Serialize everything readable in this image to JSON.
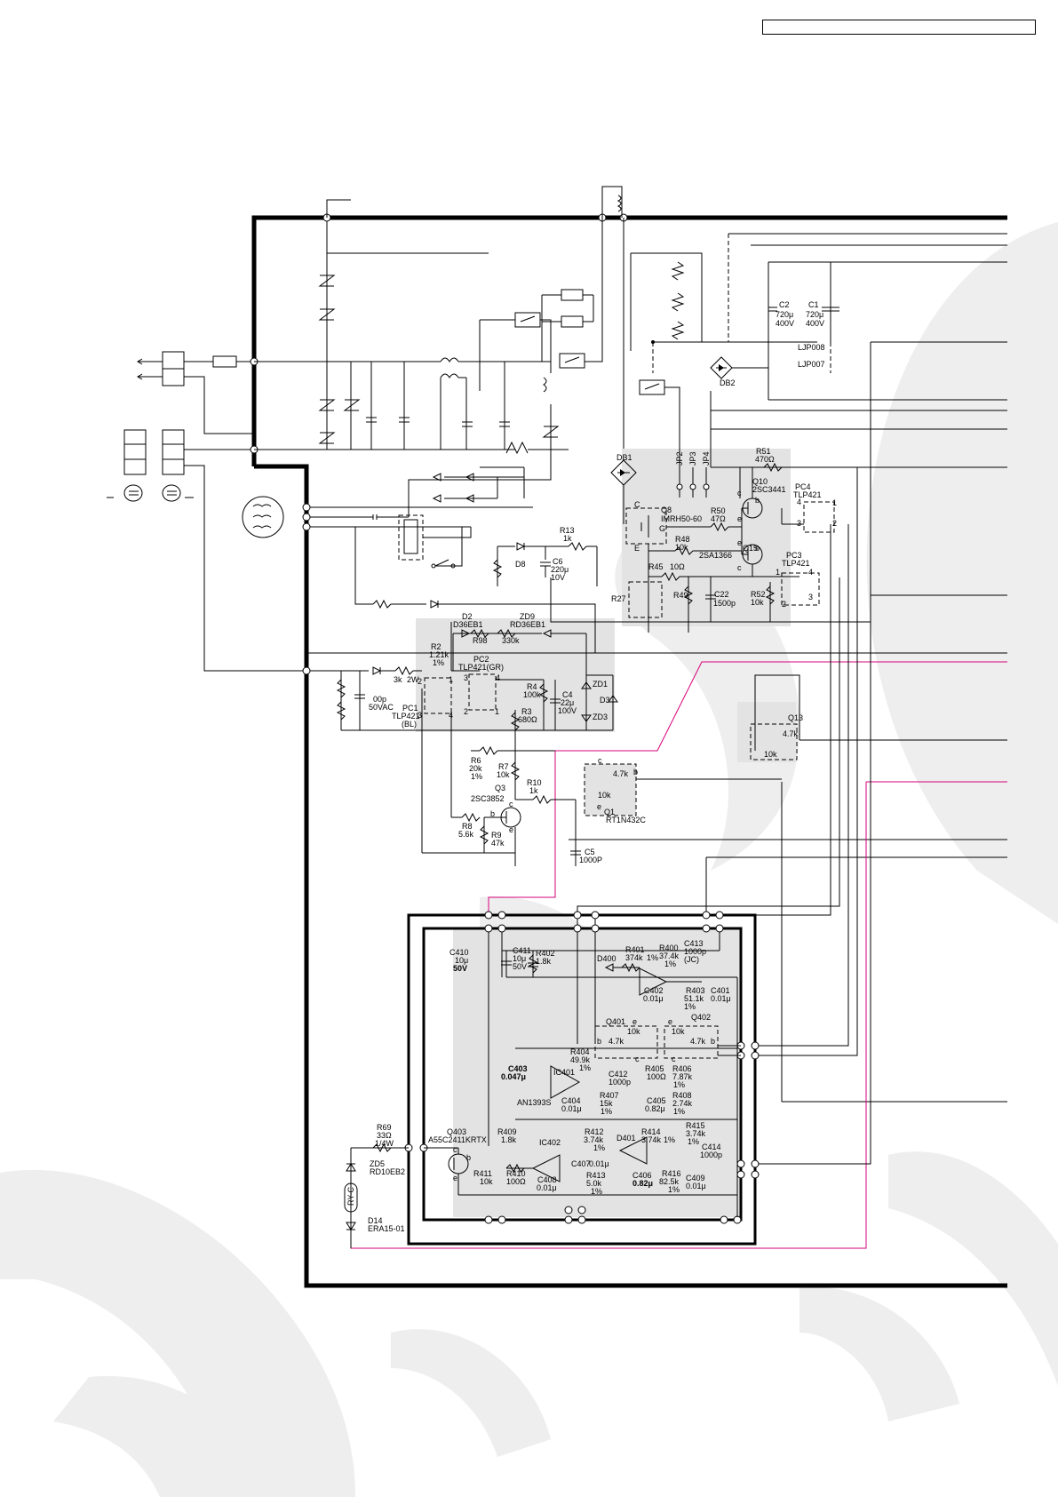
{
  "header_box": {
    "text": ""
  },
  "colors": {
    "wire": "#000000",
    "signal_line": "#d6007a",
    "ic_shade": "#e3e3e3",
    "watermark": "#eeeeee"
  },
  "labels": {
    "c2": [
      "C2",
      "720μ",
      "400V"
    ],
    "c1": [
      "C1",
      "720μ",
      "400V"
    ],
    "ljp008": "LJP008",
    "ljp007": "LJP007",
    "db2": "DB2",
    "db1": "DB1",
    "jp": [
      "JP2",
      "JP3",
      "JP4"
    ],
    "r51": [
      "R51",
      "470Ω"
    ],
    "q10": [
      "Q10",
      "2SC3441"
    ],
    "pc4": [
      "PC4",
      "TLP421"
    ],
    "q8": [
      "Q8",
      "IMRH50-60"
    ],
    "r50": [
      "R50",
      "47Ω"
    ],
    "r48": [
      "R48",
      "10k"
    ],
    "q15": [
      "Q15",
      "2SA1366"
    ],
    "pc3": [
      "PC3",
      "TLP421"
    ],
    "r45": [
      "R45",
      "10Ω"
    ],
    "r13": [
      "R13",
      "1k"
    ],
    "c6": [
      "C6",
      "220μ",
      "10V"
    ],
    "d8": "D8",
    "r27": "R27",
    "r49": "R49",
    "c22": [
      "C22",
      "1500p"
    ],
    "r52": [
      "R52",
      "10k"
    ],
    "d2": [
      "D2",
      "D36EB1"
    ],
    "zd9": [
      "ZD9",
      "RD36EB1"
    ],
    "r98": [
      "R98",
      "330k"
    ],
    "r2": [
      "R2",
      "1.21k",
      "1%"
    ],
    "pc2": [
      "PC2",
      "TLP421(GR)"
    ],
    "r4": [
      "R4",
      "100k"
    ],
    "c4": [
      "C4",
      "22μ",
      "100V"
    ],
    "r3": [
      "R3",
      "680Ω"
    ],
    "zd1": "ZD1",
    "d3": "D3",
    "zd3": "ZD3",
    "r3k": [
      "3k",
      "2W"
    ],
    "c00p": [
      "00p",
      "50VAC"
    ],
    "pc1": [
      "PC1",
      "TLP421",
      "(BL)"
    ],
    "r6": [
      "R6",
      "20k",
      "1%"
    ],
    "r7": [
      "R7",
      "10k"
    ],
    "r10": [
      "R10",
      "1k"
    ],
    "q3": [
      "Q3",
      "2SC3852"
    ],
    "r8": [
      "R8",
      "5.6k"
    ],
    "r9": [
      "R9",
      "47k"
    ],
    "c5": [
      "C5",
      "1000P"
    ],
    "q1": [
      "Q1",
      "RT1N432C"
    ],
    "q1_r": [
      "4.7k",
      "10k"
    ],
    "q13": [
      "Q13",
      "4.7k",
      "10k"
    ],
    "c410": [
      "C410",
      "10μ",
      "50V"
    ],
    "c411": [
      "C411",
      "10μ",
      "50V"
    ],
    "r402": [
      "R402",
      "1.8k"
    ],
    "d400": "D400",
    "r401": [
      "R401",
      "374k",
      "1%"
    ],
    "r400": [
      "R400",
      "37.4k",
      "1%"
    ],
    "c413": [
      "C413",
      "1000p",
      "(JC)"
    ],
    "c402": [
      "C402",
      "0.01μ"
    ],
    "r403": [
      "R403",
      "51.1k",
      "1%"
    ],
    "c401": [
      "C401",
      "0.01μ"
    ],
    "q402": "Q402",
    "q401": "Q401",
    "q401_r": [
      "10k",
      "4.7k"
    ],
    "q402_r": [
      "10k",
      "4.7k"
    ],
    "r404": [
      "R404",
      "49.9k",
      "1%"
    ],
    "c403": [
      "C403",
      "0.047μ"
    ],
    "ic401": [
      "IC401",
      "AN1393S"
    ],
    "c412": [
      "C412",
      "1000p"
    ],
    "r405": [
      "R405",
      "100Ω"
    ],
    "r406": [
      "R406",
      "7.87k",
      "1%"
    ],
    "c404": [
      "C404",
      "0.01μ"
    ],
    "r407": [
      "R407",
      "15k",
      "1%"
    ],
    "c405": [
      "C405",
      "0.82μ"
    ],
    "r408": [
      "R408",
      "2.74k",
      "1%"
    ],
    "r69": [
      "R69",
      "33Ω",
      "1/4W"
    ],
    "q403": [
      "Q403",
      "A55C2411KRTX"
    ],
    "r409": [
      "R409",
      "1.8k"
    ],
    "ic402": "IC402",
    "r412": [
      "R412",
      "3.74k",
      "1%"
    ],
    "d401": "D401",
    "r414": [
      "R414",
      "3.74k",
      "1%"
    ],
    "r415": [
      "R415",
      "3.74k",
      "1%"
    ],
    "c414": [
      "C414",
      "1000p"
    ],
    "zd5": [
      "ZD5",
      "RD10EB2"
    ],
    "r411": [
      "R411",
      "10k"
    ],
    "r410": [
      "R410",
      "100Ω"
    ],
    "c407": [
      "C407",
      "0.01μ"
    ],
    "c408": [
      "C408",
      "0.01μ"
    ],
    "r413": [
      "R413",
      "5.0k",
      "1%"
    ],
    "c406": [
      "C406",
      "0.82μ"
    ],
    "r416": [
      "R416",
      "82.5k",
      "1%"
    ],
    "c409": [
      "C409",
      "0.01μ"
    ],
    "ryc": "RY-C",
    "d14": [
      "D14",
      "ERA15-01"
    ],
    "pins": {
      "b": "b",
      "c": "c",
      "e": "e",
      "G": "G",
      "C": "C",
      "E": "E"
    }
  }
}
